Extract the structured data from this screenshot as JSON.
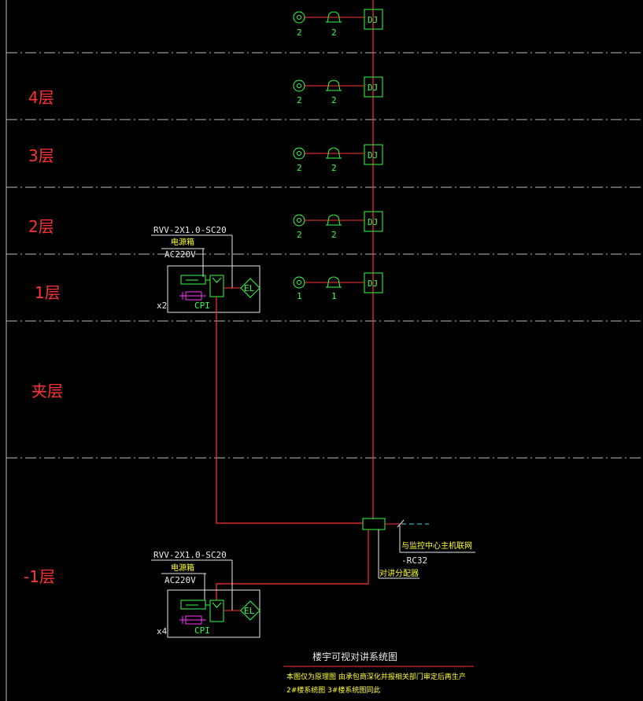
{
  "floors": {
    "f4": "4层",
    "f3": "3层",
    "f2": "2层",
    "f1": "1层",
    "mezz": "夹层",
    "b1": "-1层"
  },
  "dj": "DJ",
  "counts": {
    "two": "2",
    "one": "1"
  },
  "panel_top": {
    "cable": "RVV-2X1.0-SC20",
    "box": "电源箱",
    "power": "AC220V",
    "cpi": "CPI",
    "el": "EL",
    "qty": "x2"
  },
  "panel_bottom": {
    "cable": "RVV-2X1.0-SC20",
    "box": "电源箱",
    "power": "AC220V",
    "cpi": "CPI",
    "el": "EL",
    "qty": "x4"
  },
  "distributor": {
    "link": "与监控中心主机联网",
    "conduit": "-RC32",
    "name": "对讲分配器"
  },
  "footer": {
    "title": "楼宇可视对讲系统图",
    "note1": "本图仅为原理图 由承包商深化并报相关部门审定后再生产",
    "note2": "2#楼系统图 3#楼系统图同此"
  },
  "colors": {
    "bg": "#000000",
    "green": "#33ff44",
    "red": "#ff3333",
    "white": "#e8e8e8",
    "yellow": "#ffff33",
    "magenta": "#ff33ff",
    "cyan": "#33dddd",
    "floorLabel": "#ff3333"
  }
}
